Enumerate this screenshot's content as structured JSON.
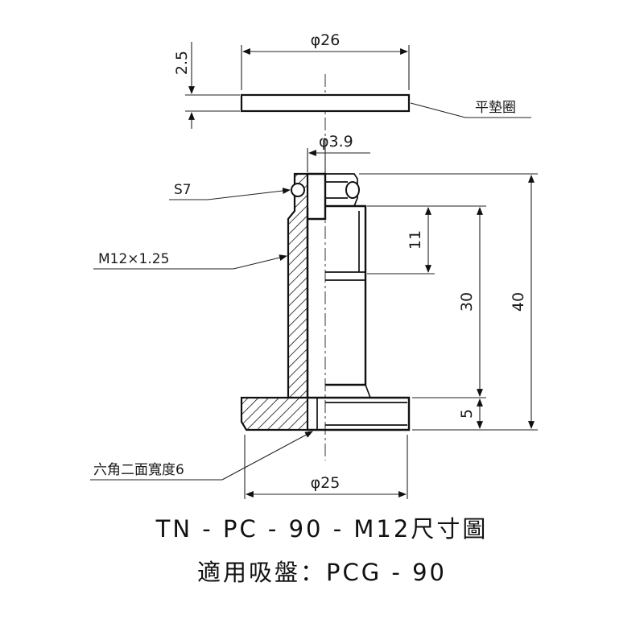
{
  "dimensions": {
    "washer_diameter": "φ26",
    "washer_thickness": "2.5",
    "through_hole": "φ3.9",
    "thread_depth": "11",
    "stem_length": "30",
    "total_length": "40",
    "flange_thickness": "5",
    "flange_diameter": "φ25"
  },
  "notes": {
    "washer": "平墊圈",
    "o_ring": "S7",
    "thread": "M12×1.25",
    "hex": "六角二面寬度6"
  },
  "caption": {
    "title": "TN - PC - 90 - M12尺寸圖",
    "subtitle": "適用吸盤：PCG - 90"
  }
}
